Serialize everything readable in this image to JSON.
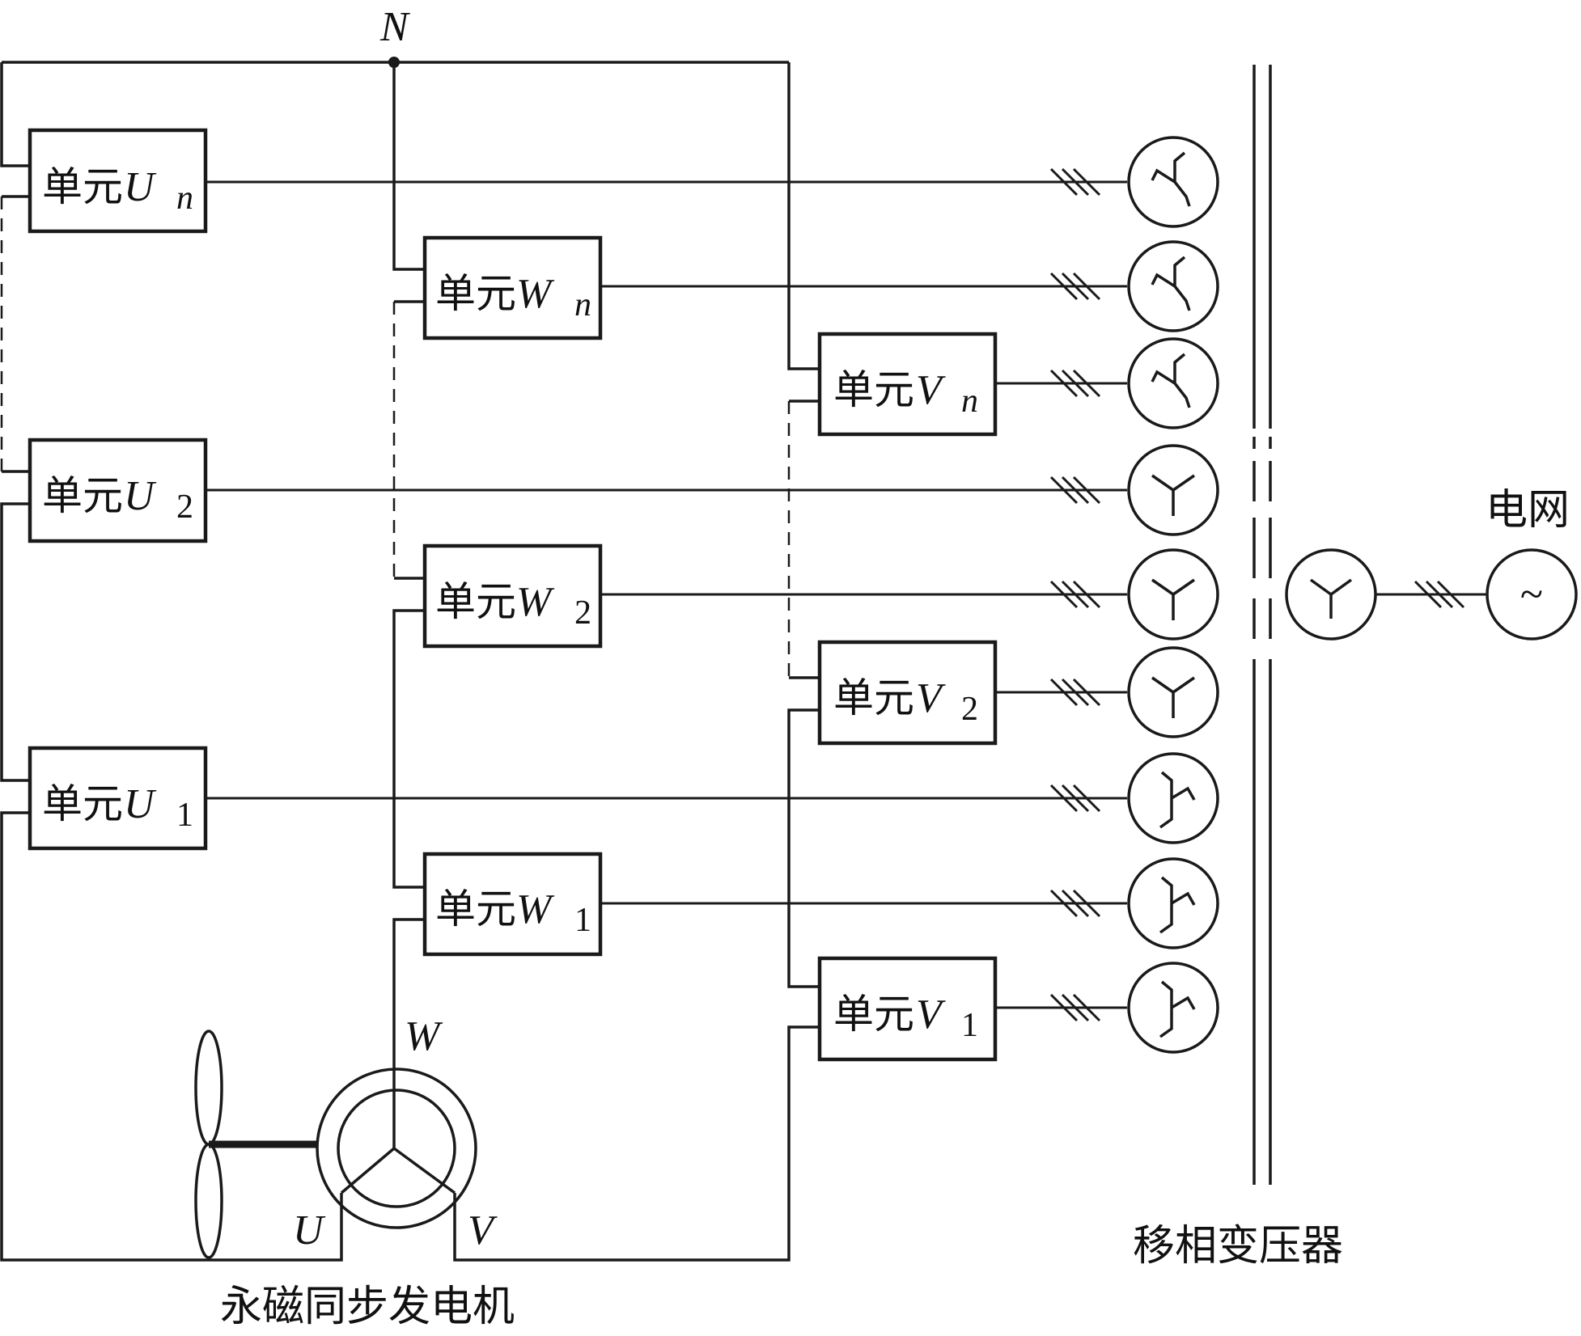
{
  "labels": {
    "neutral": "N",
    "phase_u": "U",
    "phase_v": "V",
    "phase_w": "W",
    "generator": "永磁同步发电机",
    "transformer": "移相变压器",
    "grid": "电网",
    "grid_symbol": "~"
  },
  "unit_prefix": "单元",
  "units": {
    "U": [
      {
        "phase": "U",
        "sub": "n"
      },
      {
        "phase": "U",
        "sub": "2"
      },
      {
        "phase": "U",
        "sub": "1"
      }
    ],
    "W": [
      {
        "phase": "W",
        "sub": "n"
      },
      {
        "phase": "W",
        "sub": "2"
      },
      {
        "phase": "W",
        "sub": "1"
      }
    ],
    "V": [
      {
        "phase": "V",
        "sub": "n"
      },
      {
        "phase": "V",
        "sub": "2"
      },
      {
        "phase": "V",
        "sub": "1"
      }
    ]
  },
  "secondary_windings": [
    {
      "symbol": "wye-phase-shift-positive-icon"
    },
    {
      "symbol": "wye-phase-shift-positive-icon"
    },
    {
      "symbol": "wye-phase-shift-positive-icon"
    },
    {
      "symbol": "wye-icon"
    },
    {
      "symbol": "wye-icon"
    },
    {
      "symbol": "wye-icon"
    },
    {
      "symbol": "wye-phase-shift-negative-icon"
    },
    {
      "symbol": "wye-phase-shift-negative-icon"
    },
    {
      "symbol": "wye-phase-shift-negative-icon"
    }
  ],
  "primary_winding": {
    "symbol": "wye-icon"
  },
  "colors": {
    "line": "#1a1a1a",
    "background": "#ffffff"
  }
}
